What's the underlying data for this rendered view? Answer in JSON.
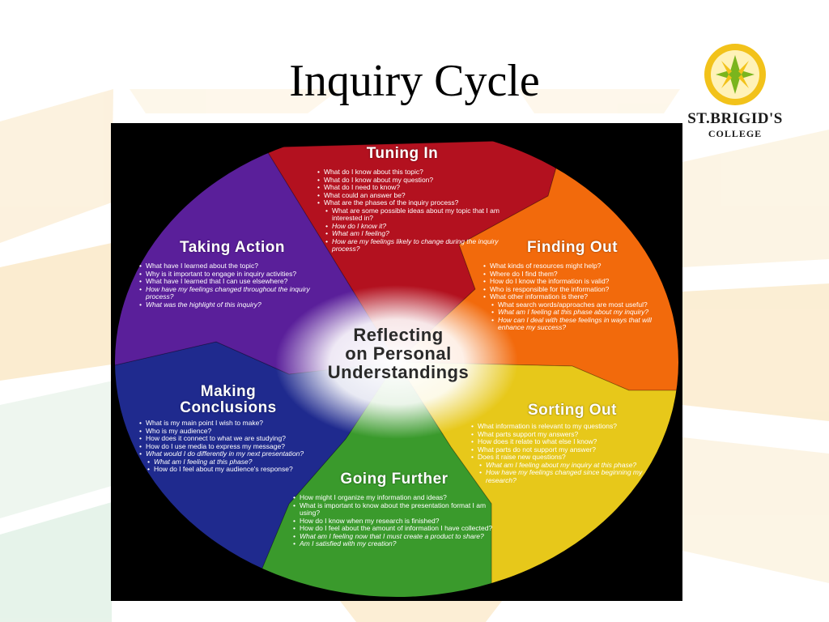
{
  "slide": {
    "title": "Inquiry Cycle"
  },
  "logo": {
    "name": "ST.BRIGID'S",
    "sub": "COLLEGE"
  },
  "colors": {
    "tuning_in": "#b3111f",
    "finding_out": "#f26a0c",
    "sorting_out": "#e7c81a",
    "going_further": "#3a9a2c",
    "making_conclusions": "#1f2a8e",
    "taking_action": "#5a1f9a",
    "logo_yellow": "#f2c21a",
    "logo_green": "#7ab51d"
  },
  "diagram": {
    "center": {
      "line1": "Reflecting",
      "line2": "on Personal",
      "line3": "Understandings"
    },
    "segments": {
      "tuning_in": {
        "title": "Tuning In",
        "items": [
          {
            "t": "What do I know about this topic?"
          },
          {
            "t": "What do I know about my question?"
          },
          {
            "t": "What do I need to know?"
          },
          {
            "t": "What could an answer be?"
          },
          {
            "t": "What are the phases of the inquiry process?"
          },
          {
            "t": "What are some possible ideas about my topic that I am interested in?",
            "indent": true
          },
          {
            "t": "How do I know it?",
            "italic": true,
            "indent": true
          },
          {
            "t": "What am I feeling?",
            "italic": true,
            "indent": true
          },
          {
            "t": "How are my feelings likely to change during the inquiry process?",
            "italic": true,
            "indent": true
          }
        ]
      },
      "finding_out": {
        "title": "Finding Out",
        "items": [
          {
            "t": "What kinds of resources might help?"
          },
          {
            "t": "Where do I find them?"
          },
          {
            "t": "How do I know the information is valid?"
          },
          {
            "t": "Who is responsible for the information?"
          },
          {
            "t": "What other information is there?"
          },
          {
            "t": "What search words/approaches are most useful?",
            "indent": true
          },
          {
            "t": "What am I feeling at this phase about my inquiry?",
            "italic": true,
            "indent": true
          },
          {
            "t": "How can I deal with these feelings in ways that will enhance my success?",
            "italic": true,
            "indent": true
          }
        ]
      },
      "sorting_out": {
        "title": "Sorting Out",
        "items": [
          {
            "t": "What information is relevant to my questions?"
          },
          {
            "t": "What parts support my answers?"
          },
          {
            "t": "How does it relate to what else I know?"
          },
          {
            "t": "What parts do not support my answer?"
          },
          {
            "t": "Does it raise new questions?"
          },
          {
            "t": "What am I feeling about my inquiry at this phase?",
            "italic": true,
            "indent": true
          },
          {
            "t": "How have my feelings changed since beginning my research?",
            "italic": true,
            "indent": true
          }
        ]
      },
      "going_further": {
        "title": "Going Further",
        "items": [
          {
            "t": "How might I organize my information and ideas?"
          },
          {
            "t": "What is important to know about the presentation format I am using?"
          },
          {
            "t": "How do I know when my research is finished?"
          },
          {
            "t": "How do I feel about the amount of information I have collected?"
          },
          {
            "t": "What am I feeling now that I must create a product to share?",
            "italic": true
          },
          {
            "t": "Am I satisfied with my creation?",
            "italic": true
          }
        ]
      },
      "making_conclusions": {
        "title_line1": "Making",
        "title_line2": "Conclusions",
        "items": [
          {
            "t": "What is my main point I wish to make?"
          },
          {
            "t": "Who is my audience?"
          },
          {
            "t": "How does it connect to what we are studying?"
          },
          {
            "t": "How do I use media to express my message?"
          },
          {
            "t": "What would I do differently in my next presentation?",
            "italic": true
          },
          {
            "t": "What am I feeling at this phase?",
            "italic": true,
            "indent": true
          },
          {
            "t": "How do I feel about my audience's response?",
            "indent": true
          }
        ]
      },
      "taking_action": {
        "title": "Taking Action",
        "items": [
          {
            "t": "What have I learned about the topic?"
          },
          {
            "t": "Why is it important to engage in inquiry activities?"
          },
          {
            "t": "What have I learned that I can use elsewhere?"
          },
          {
            "t": "How have my feelings changed throughout the inquiry process?",
            "italic": true
          },
          {
            "t": "What was the highlight of this inquiry?",
            "italic": true
          }
        ]
      }
    }
  }
}
